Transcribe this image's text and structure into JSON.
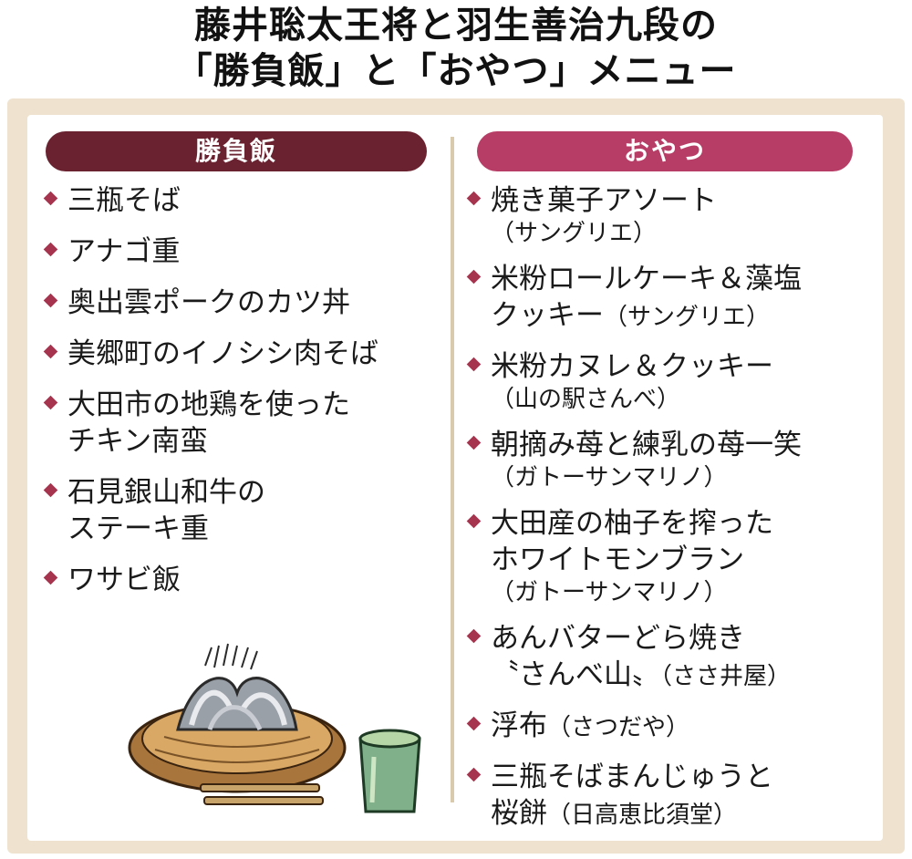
{
  "title": {
    "line1": "藤井聡太王将と羽生善治九段の",
    "line2": "「勝負飯」と「おやつ」メニュー"
  },
  "colors": {
    "frame": "#efe3cf",
    "header_left": "#6a2230",
    "header_right": "#b83d66",
    "bullet": "#a6344f",
    "divider": "#d9c9ad"
  },
  "icons": [
    "diamond-bullet-icon",
    "soba-zaru-icon",
    "tea-cup-icon",
    "chopsticks-icon"
  ],
  "meals": {
    "header": "勝負飯",
    "items": [
      {
        "line1": "三瓶そば"
      },
      {
        "line1": "アナゴ重"
      },
      {
        "line1": "奥出雲ポークのカツ丼"
      },
      {
        "line1": "美郷町のイノシシ肉そば"
      },
      {
        "line1": "大田市の地鶏を使った",
        "line2": "チキン南蛮"
      },
      {
        "line1": "石見銀山和牛の",
        "line2": "ステーキ重"
      },
      {
        "line1": "ワサビ飯"
      }
    ]
  },
  "snacks": {
    "header": "おやつ",
    "items": [
      {
        "line1": "焼き菓子アソート",
        "shop": "（サングリエ）"
      },
      {
        "line1": "米粉ロールケーキ＆藻塩",
        "line2": "クッキー",
        "shop": "（サングリエ）"
      },
      {
        "line1": "米粉カヌレ＆クッキー",
        "shop": "（山の駅さんべ）"
      },
      {
        "line1": "朝摘み苺と練乳の苺一笑",
        "shop": "（ガトーサンマリノ）"
      },
      {
        "line1": "大田産の柚子を搾った",
        "line2": "ホワイトモンブラン",
        "shop": "（ガトーサンマリノ）"
      },
      {
        "line1": "あんバターどら焼き",
        "line2": "〝さんべ山〟",
        "shop": "（ささ井屋）"
      },
      {
        "line1": "浮布",
        "shop": "（さつだや）"
      },
      {
        "line1": "三瓶そばまんじゅうと",
        "line2": "桜餅",
        "shop": "（日高恵比須堂）"
      }
    ]
  }
}
